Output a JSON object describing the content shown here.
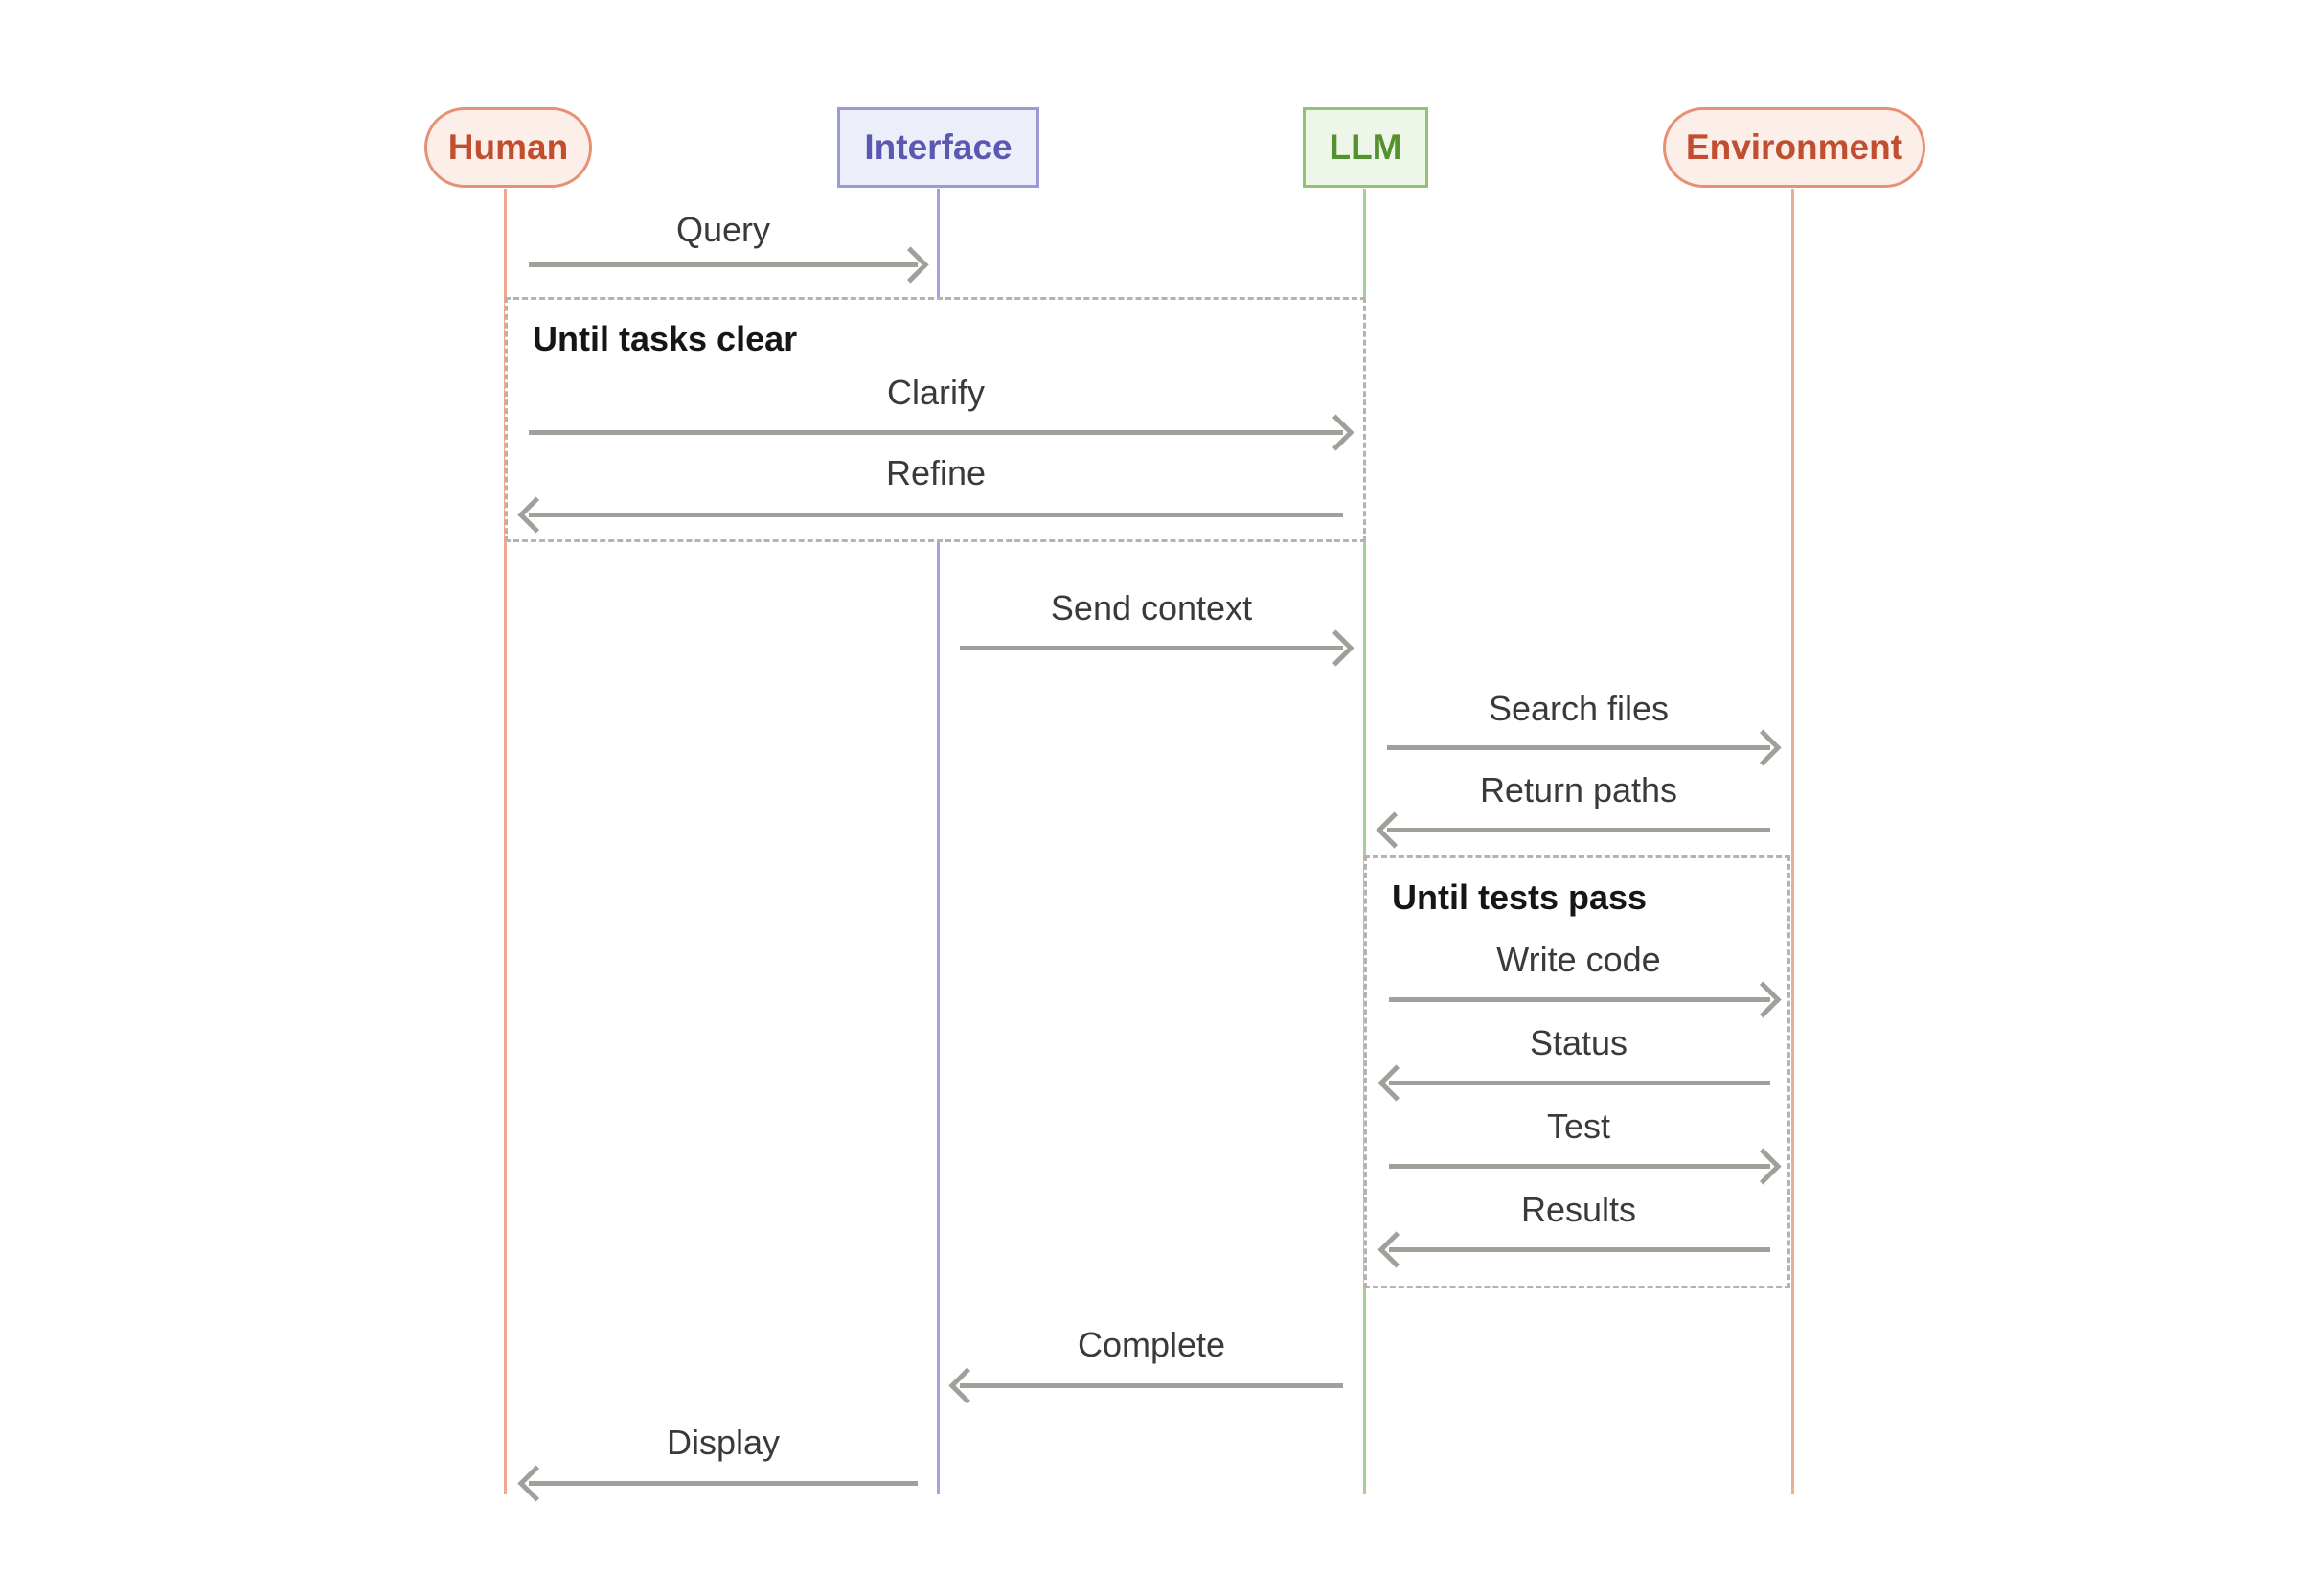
{
  "diagram": {
    "type": "sequence-diagram",
    "background": "#ffffff",
    "arrow_color": "#a0a09b",
    "dash_color": "#b7b3ac",
    "label_color": "#3a3a3a"
  },
  "actors": [
    {
      "name": "Human",
      "shape": "pill",
      "text_color": "#c04e2f",
      "border_color": "#e69074",
      "bg_color": "#fcefe9",
      "lifeline_color": "#efa88e"
    },
    {
      "name": "Interface",
      "shape": "rect",
      "text_color": "#5a58b0",
      "border_color": "#9b9ad6",
      "bg_color": "#eceefa",
      "lifeline_color": "#a3a2de"
    },
    {
      "name": "LLM",
      "shape": "rect",
      "text_color": "#55922f",
      "border_color": "#92c373",
      "bg_color": "#edf6e8",
      "lifeline_color": "#a6cf98"
    },
    {
      "name": "Environment",
      "shape": "pill",
      "text_color": "#c04e2f",
      "border_color": "#e69074",
      "bg_color": "#fcefe9",
      "lifeline_color": "#eaaf92"
    }
  ],
  "groups": [
    {
      "label": "Until tasks clear",
      "spans": [
        "Human",
        "LLM"
      ]
    },
    {
      "label": "Until tests pass",
      "spans": [
        "LLM",
        "Environment"
      ]
    }
  ],
  "messages": [
    {
      "label": "Query",
      "from": "Human",
      "to": "Interface",
      "direction": "right"
    },
    {
      "label": "Clarify",
      "from": "Human",
      "to": "LLM",
      "direction": "right",
      "group": "Until tasks clear"
    },
    {
      "label": "Refine",
      "from": "LLM",
      "to": "Human",
      "direction": "left",
      "group": "Until tasks clear"
    },
    {
      "label": "Send context",
      "from": "Interface",
      "to": "LLM",
      "direction": "right"
    },
    {
      "label": "Search files",
      "from": "LLM",
      "to": "Environment",
      "direction": "right"
    },
    {
      "label": "Return paths",
      "from": "Environment",
      "to": "LLM",
      "direction": "left"
    },
    {
      "label": "Write code",
      "from": "LLM",
      "to": "Environment",
      "direction": "right",
      "group": "Until tests pass"
    },
    {
      "label": "Status",
      "from": "Environment",
      "to": "LLM",
      "direction": "left",
      "group": "Until tests pass"
    },
    {
      "label": "Test",
      "from": "LLM",
      "to": "Environment",
      "direction": "right",
      "group": "Until tests pass"
    },
    {
      "label": "Results",
      "from": "Environment",
      "to": "LLM",
      "direction": "left",
      "group": "Until tests pass"
    },
    {
      "label": "Complete",
      "from": "LLM",
      "to": "Interface",
      "direction": "left"
    },
    {
      "label": "Display",
      "from": "Interface",
      "to": "Human",
      "direction": "left"
    }
  ]
}
